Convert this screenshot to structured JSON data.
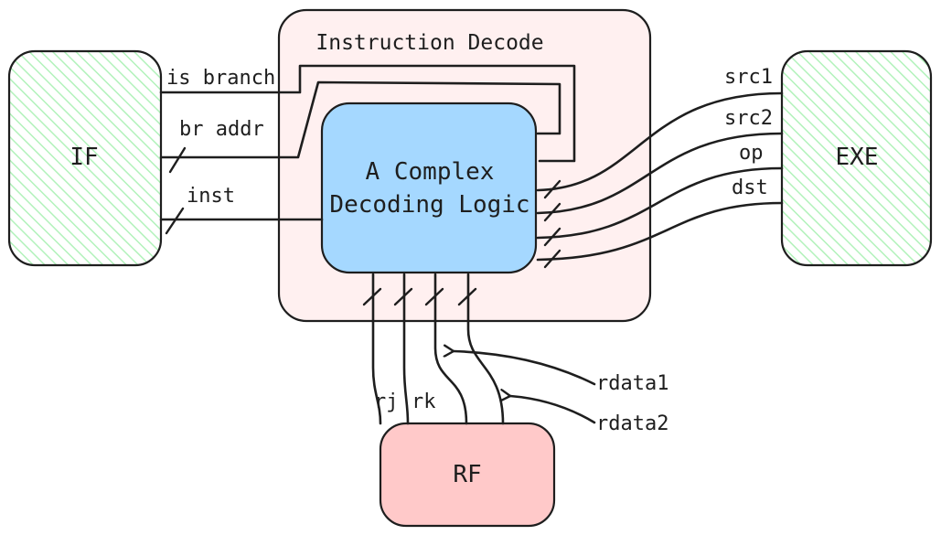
{
  "blocks": {
    "if": {
      "label": "IF"
    },
    "id": {
      "label": "Instruction Decode"
    },
    "logic": {
      "line1": "A Complex",
      "line2": "Decoding Logic"
    },
    "exe": {
      "label": "EXE"
    },
    "rf": {
      "label": "RF"
    }
  },
  "signals": {
    "is_branch": "is branch",
    "br_addr": "br addr",
    "inst": "inst",
    "src1": "src1",
    "src2": "src2",
    "op": "op",
    "dst": "dst",
    "rj": "rj",
    "rk": "rk",
    "rdata1": "rdata1",
    "rdata2": "rdata2"
  },
  "colors": {
    "if_exe_hatch": "#b2f2bb",
    "id_fill": "#fff0f0",
    "logic_fill": "#a5d8ff",
    "rf_fill": "#ffc9c9",
    "stroke": "#1e1e1e"
  }
}
